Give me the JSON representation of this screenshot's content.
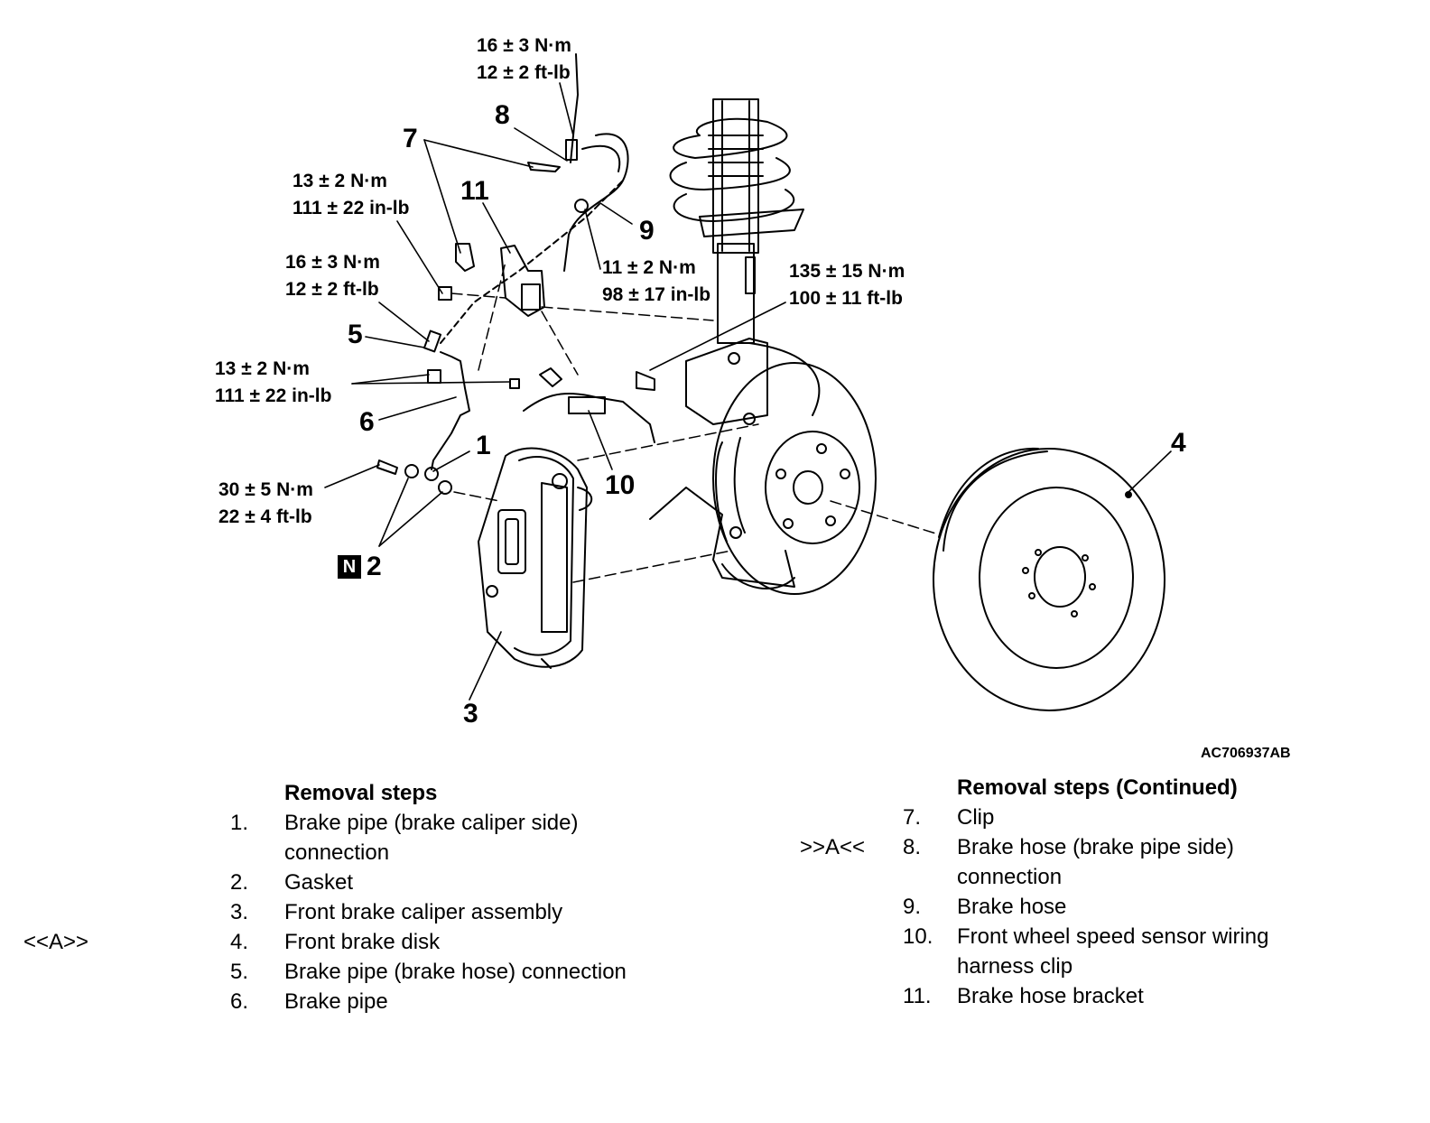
{
  "torques": {
    "t_top": [
      "16 ± 3 N·m",
      "12 ± 2 ft-lb"
    ],
    "t_bracket": [
      "13 ± 2 N·m",
      "111 ± 22 in-lb"
    ],
    "t_pipe5": [
      "16 ± 3 N·m",
      "12 ± 2 ft-lb"
    ],
    "t_clip": [
      "13 ± 2 N·m",
      "111 ± 22 in-lb"
    ],
    "t_caliper": [
      "30 ± 5 N·m",
      "22 ± 4 ft-lb"
    ],
    "t_hose9": [
      "11 ± 2 N·m",
      "98 ± 17 in-lb"
    ],
    "t_knuckle": [
      "135 ± 15 N·m",
      "100 ± 11 ft-lb"
    ]
  },
  "callouts": {
    "c1": "1",
    "c2": "2",
    "c3": "3",
    "c4": "4",
    "c5": "5",
    "c6": "6",
    "c7": "7",
    "c8": "8",
    "c9": "9",
    "c10": "10",
    "c11": "11",
    "n_badge": "N"
  },
  "figure_code": "AC706937AB",
  "removal_left": {
    "heading": "Removal steps",
    "items": [
      {
        "num": "1.",
        "lines": [
          "Brake pipe (brake caliper side)",
          "connection"
        ]
      },
      {
        "num": "2.",
        "lines": [
          "Gasket"
        ]
      },
      {
        "num": "3.",
        "lines": [
          "Front brake caliper assembly"
        ]
      },
      {
        "num": "4.",
        "lines": [
          "Front brake disk"
        ]
      },
      {
        "num": "5.",
        "lines": [
          "Brake pipe (brake hose) connection"
        ]
      },
      {
        "num": "6.",
        "lines": [
          "Brake pipe"
        ]
      }
    ],
    "note": "<<A>>"
  },
  "removal_right": {
    "heading": "Removal steps (Continued)",
    "items": [
      {
        "num": "7.",
        "lines": [
          "Clip"
        ]
      },
      {
        "num": "8.",
        "lines": [
          "Brake hose (brake pipe side)",
          "connection"
        ]
      },
      {
        "num": "9.",
        "lines": [
          "Brake hose"
        ]
      },
      {
        "num": "10.",
        "lines": [
          "Front wheel speed sensor wiring",
          "harness clip"
        ]
      },
      {
        "num": "11.",
        "lines": [
          "Brake hose bracket"
        ]
      }
    ],
    "note": ">>A<<"
  }
}
